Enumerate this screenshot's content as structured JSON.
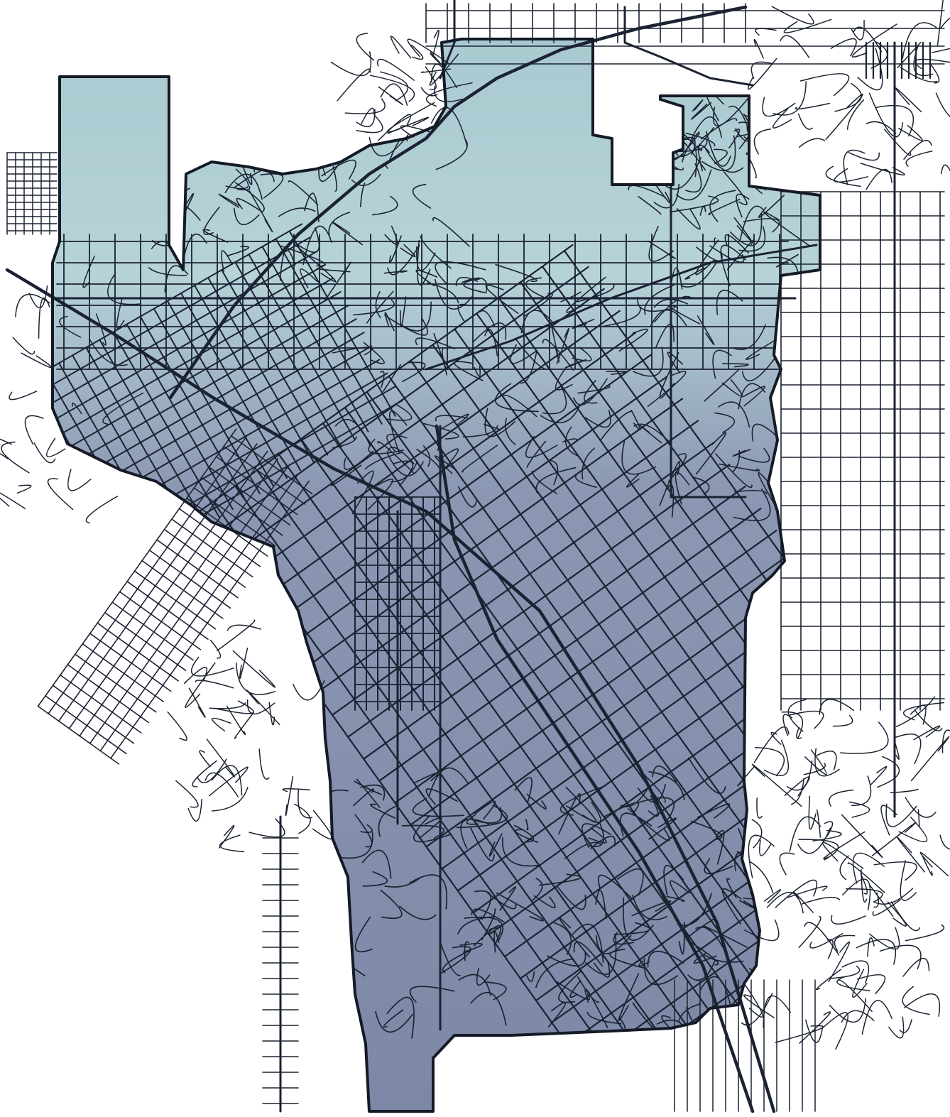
{
  "map": {
    "colors": {
      "background": "#ffffff",
      "street": "#1b2231",
      "boundary": "#141a26",
      "region_top": "#a9c9d0",
      "region_mid": "#8b97b3",
      "region_bottom": "#7d88a6"
    },
    "features": {
      "boundary": "city-boundary",
      "fill": "city-area-shading",
      "network": "street-network"
    }
  }
}
